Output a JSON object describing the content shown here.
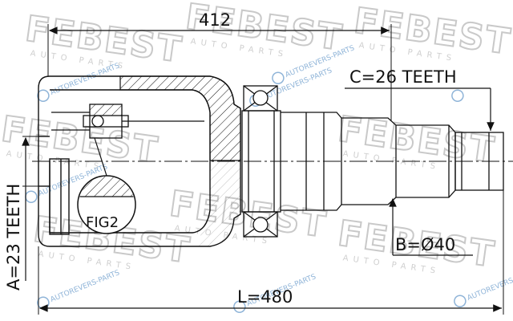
{
  "dimensions": {
    "top_length": "412",
    "spline_c": "C=26 TEETH",
    "spline_a": "A=23 TEETH",
    "diameter_b": "B=Ø40",
    "total_length": "L=480"
  },
  "detail_label": "FIG2",
  "watermark": {
    "brand": "FEBEST",
    "sub": "AUTO PARTS",
    "site": "AUTOREVERS-PARTS"
  },
  "colors": {
    "line": "#111111",
    "watermark_gray": "#c9c9c9",
    "watermark_blue": "#8fb4d8"
  }
}
